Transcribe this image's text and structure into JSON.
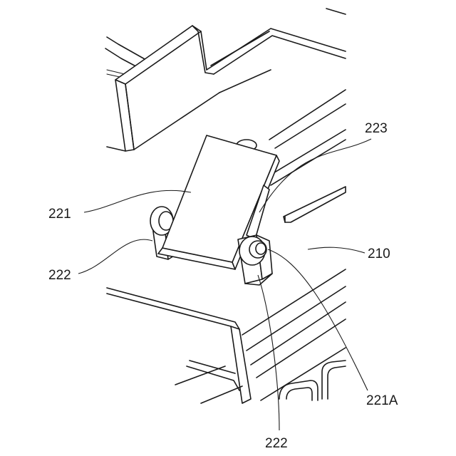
{
  "labels": {
    "plate": "221",
    "bracket_left": "222",
    "bracket_bottom": "222",
    "frame": "210",
    "support": "223",
    "pin": "221A"
  },
  "colors": {
    "line": "#1a1a1a",
    "background": "#ffffff"
  }
}
